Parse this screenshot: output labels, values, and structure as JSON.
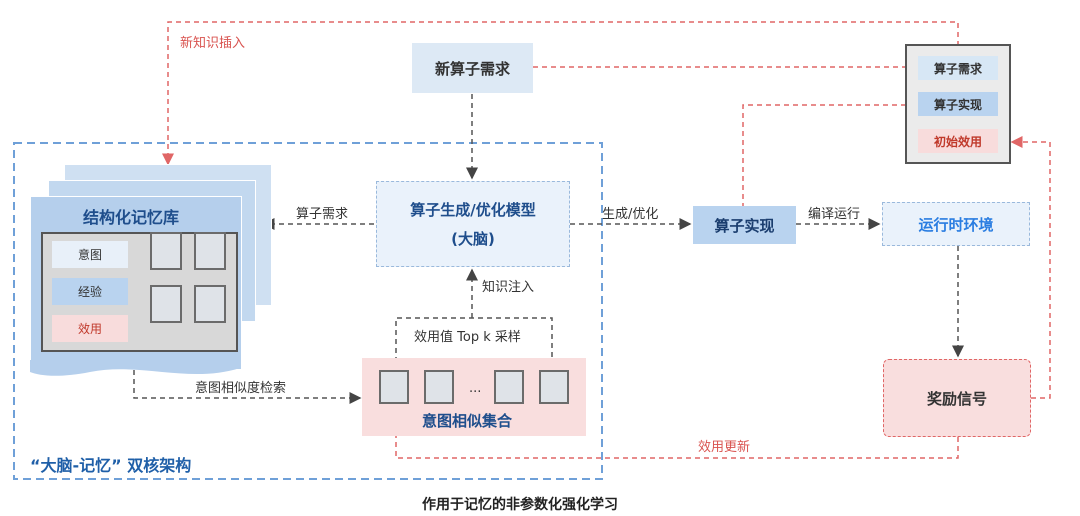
{
  "labels": {
    "new_knowledge_insert": "新知识插入",
    "new_operator_demand": "新算子需求",
    "panel_demand": "算子需求",
    "panel_impl": "算子实现",
    "panel_utility": "初始效用",
    "memory_lib_title": "结构化记忆库",
    "mem_intent": "意图",
    "mem_experience": "经验",
    "mem_utility": "效用",
    "operator_demand_arrow": "算子需求",
    "brain_line1": "算子生成/优化模型",
    "brain_line2": "(大脑)",
    "gen_opt": "生成/优化",
    "operator_impl": "算子实现",
    "compile_run": "编译运行",
    "runtime_env": "运行时环境",
    "knowledge_inject": "知识注入",
    "topk_sampling": "效用值 Top k 采样",
    "intent_retrieval": "意图相似度检索",
    "ellipsis": "...",
    "intent_set": "意图相似集合",
    "reward_signal": "奖励信号",
    "utility_update": "效用更新",
    "architecture_title": "“大脑-记忆” 双核架构",
    "caption": "作用于记忆的非参数化强化学习"
  },
  "colors": {
    "red_dashed": "#e06666",
    "dark_dashed": "#555555",
    "blue_frame": "#6fa0d8",
    "title_blue": "#1f5fa8",
    "env_blue": "#2a7de1"
  }
}
